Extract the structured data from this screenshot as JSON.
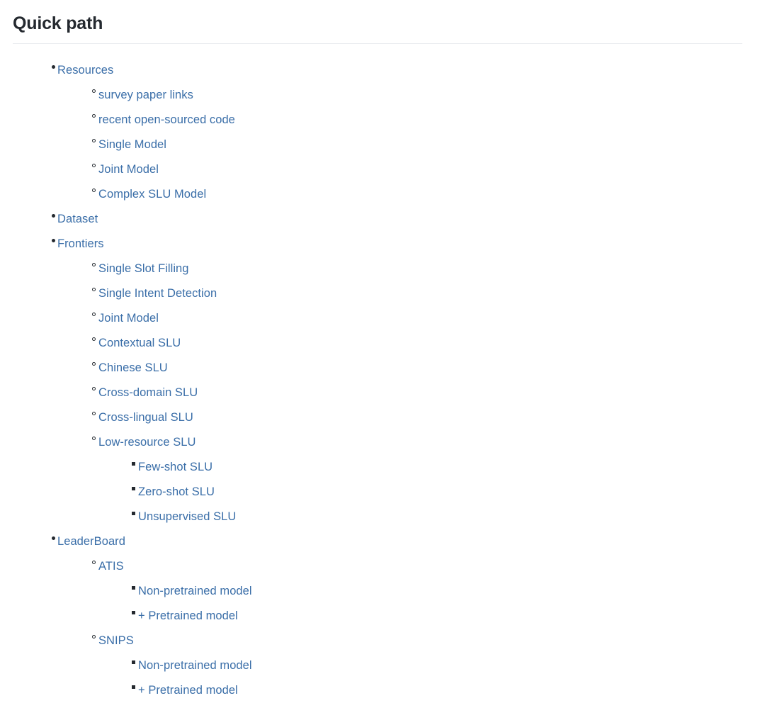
{
  "page": {
    "title": "Quick path",
    "link_color": "#3a6ea8",
    "heading_color": "#24292f",
    "rule_color": "#eaecef",
    "background": "#ffffff"
  },
  "toc": [
    {
      "label": "Resources",
      "children": [
        {
          "label": "survey paper links"
        },
        {
          "label": "recent open-sourced code"
        },
        {
          "label": "Single Model"
        },
        {
          "label": "Joint Model"
        },
        {
          "label": "Complex SLU Model"
        }
      ]
    },
    {
      "label": "Dataset",
      "children": []
    },
    {
      "label": "Frontiers",
      "children": [
        {
          "label": "Single Slot Filling"
        },
        {
          "label": "Single Intent Detection"
        },
        {
          "label": "Joint Model"
        },
        {
          "label": "Contextual SLU"
        },
        {
          "label": "Chinese SLU"
        },
        {
          "label": "Cross-domain SLU"
        },
        {
          "label": "Cross-lingual SLU"
        },
        {
          "label": "Low-resource SLU",
          "children": [
            {
              "label": "Few-shot SLU"
            },
            {
              "label": "Zero-shot SLU"
            },
            {
              "label": "Unsupervised SLU"
            }
          ]
        }
      ]
    },
    {
      "label": "LeaderBoard",
      "children": [
        {
          "label": "ATIS",
          "children": [
            {
              "label": "Non-pretrained model"
            },
            {
              "label": "+ Pretrained model"
            }
          ]
        },
        {
          "label": "SNIPS",
          "children": [
            {
              "label": "Non-pretrained model"
            },
            {
              "label": "+ Pretrained model"
            }
          ]
        }
      ]
    }
  ]
}
